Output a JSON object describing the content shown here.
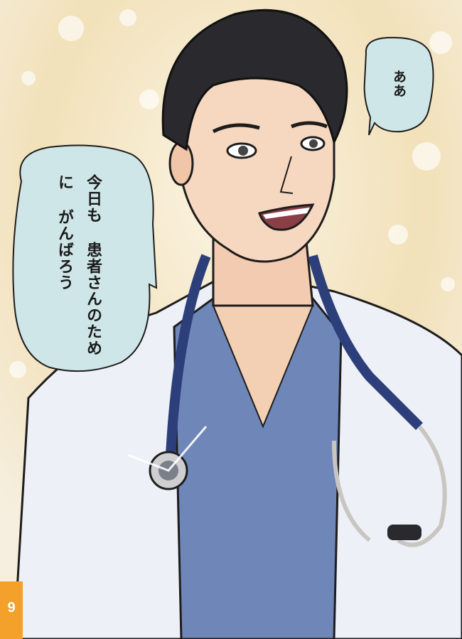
{
  "speech": {
    "bubble_1": "ああ",
    "bubble_2_lines": [
      "今日も",
      "患者さんのために",
      "がんばろう"
    ]
  },
  "page_number": "9",
  "colors": {
    "bubble_fill": "#cfe6e8",
    "scrubs": "#6f86b9",
    "page_badge": "#f3a12a",
    "background": "#f6ead2"
  }
}
